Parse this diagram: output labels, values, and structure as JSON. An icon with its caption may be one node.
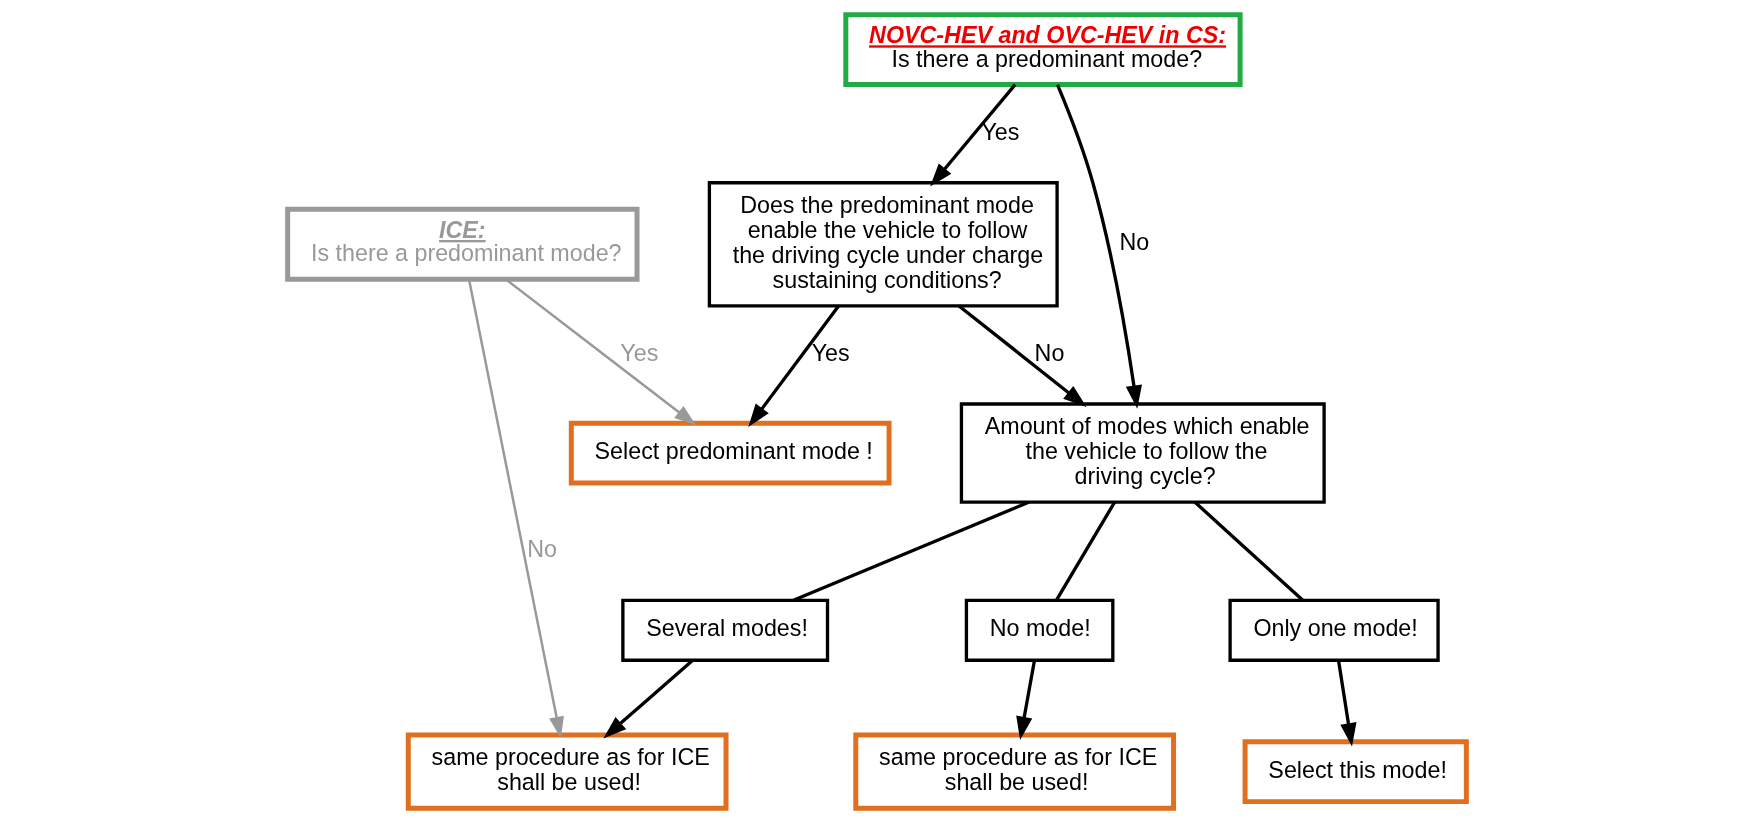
{
  "diagram": {
    "nodes": [
      {
        "text": [
          "ICE:",
          "Is there a predominant mode?"
        ]
      },
      {
        "text": [
          "NOVC-HEV and OVC-HEV in CS:",
          "Is there a predominant mode?"
        ]
      },
      {
        "text": [
          "Does the predominant mode enable the vehicle to follow the driving cycle under charge sustaining conditions?"
        ]
      },
      {
        "text": [
          "Select predominant mode !"
        ]
      },
      {
        "text": [
          "Amount of modes which enable the vehicle to follow the driving cycle?"
        ]
      },
      {
        "text": [
          "Only one mode!"
        ]
      },
      {
        "text": [
          "No mode!"
        ]
      },
      {
        "text": [
          "Several modes!"
        ]
      },
      {
        "text": [
          "Select this mode!"
        ]
      },
      {
        "text": [
          "same procedure as for ICE shall be used!"
        ]
      },
      {
        "text": [
          "same procedure as for ICE shall be used!"
        ]
      }
    ],
    "edges": [
      {
        "from": 0,
        "to": 3,
        "arrow": "to",
        "label": "Yes",
        "color": "#999999"
      },
      {
        "from": 0,
        "to": 10,
        "arrow": "to",
        "label": "No",
        "color": "#999999"
      },
      {
        "from": 1,
        "to": 2,
        "arrow": "to",
        "label": "Yes"
      },
      {
        "from": 1,
        "to": 4,
        "arrow": "to",
        "label": "No"
      },
      {
        "from": 2,
        "to": 3,
        "arrow": "to",
        "label": "Yes"
      },
      {
        "from": 2,
        "to": 4,
        "arrow": "to",
        "label": "No"
      },
      {
        "from": 4,
        "to": 5,
        "arrow": "none"
      },
      {
        "from": 4,
        "to": 6,
        "arrow": "none"
      },
      {
        "from": 4,
        "to": 7,
        "arrow": "none"
      },
      {
        "from": 5,
        "to": 8,
        "arrow": "to"
      },
      {
        "from": 6,
        "to": 9,
        "arrow": "to"
      },
      {
        "from": 7,
        "to": 10,
        "arrow": "to"
      }
    ]
  }
}
